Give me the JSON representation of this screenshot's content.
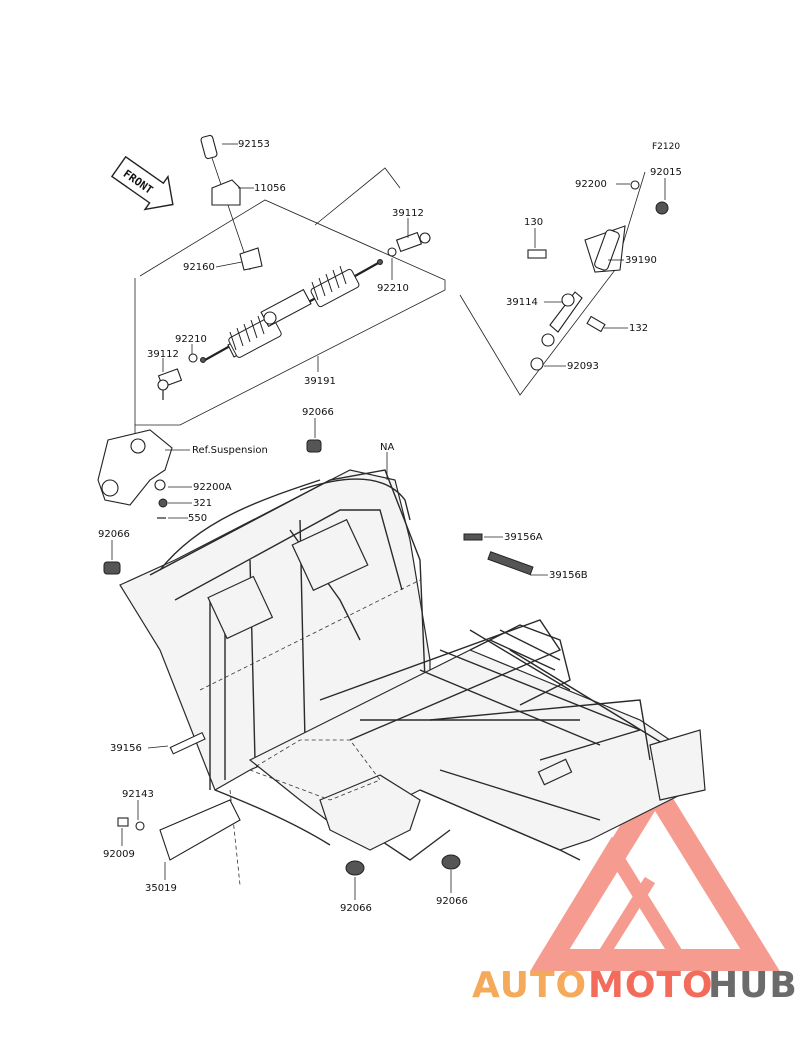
{
  "diagram_code": "F2120",
  "front_arrow_label": "FRONT",
  "ref_label": "Ref.Suspension",
  "na_label": "NA",
  "parts": {
    "p92153": "92153",
    "p11056": "11056",
    "p92160": "92160",
    "p39112_top": "39112",
    "p92210_top": "92210",
    "p92210_left": "92210",
    "p39112_left": "39112",
    "p39191": "39191",
    "p92066_top": "92066",
    "p92200A": "92200A",
    "p321": "321",
    "p550": "550",
    "p92066_left": "92066",
    "p39156A": "39156A",
    "p39156B": "39156B",
    "p39156": "39156",
    "p92143": "92143",
    "p92009": "92009",
    "p35019": "35019",
    "p92066_bottom1": "92066",
    "p92066_bottom2": "92066",
    "p92200": "92200",
    "p92015": "92015",
    "p130": "130",
    "p39190": "39190",
    "p39114": "39114",
    "p132": "132",
    "p92093": "92093"
  },
  "watermark": {
    "part1": "AUTO",
    "part2": "MOTO",
    "part3": "HUB",
    "color_accent": "#f26b5b",
    "color_orange": "#f5a95a",
    "color_gray": "#6b6b6b"
  }
}
